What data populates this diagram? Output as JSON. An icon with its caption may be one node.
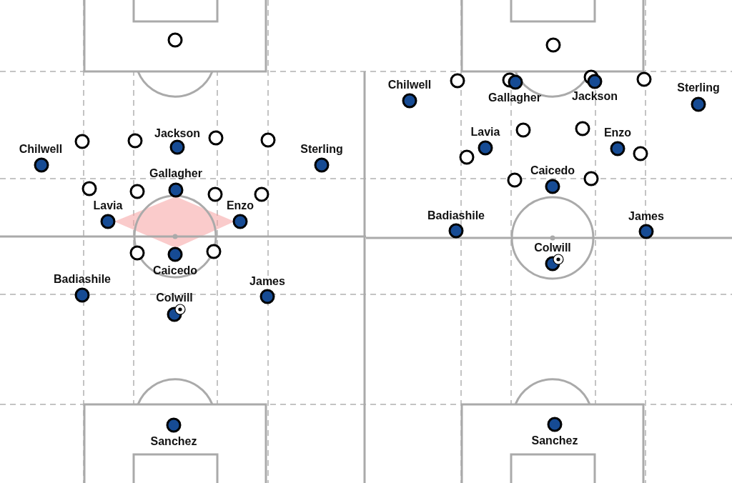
{
  "diagram": {
    "labels": [
      "Jackson",
      "Chilwell",
      "Sterling",
      "Gallagher",
      "Lavia",
      "Enzo",
      "Caicedo",
      "Badiashile",
      "James",
      "Colwill",
      "Sanchez",
      "Chilwell",
      "Sterling",
      "Gallagher",
      "Jackson",
      "Lavia",
      "Enzo",
      "Caicedo",
      "Badiashile",
      "James",
      "Colwill",
      "Sanchez"
    ]
  }
}
